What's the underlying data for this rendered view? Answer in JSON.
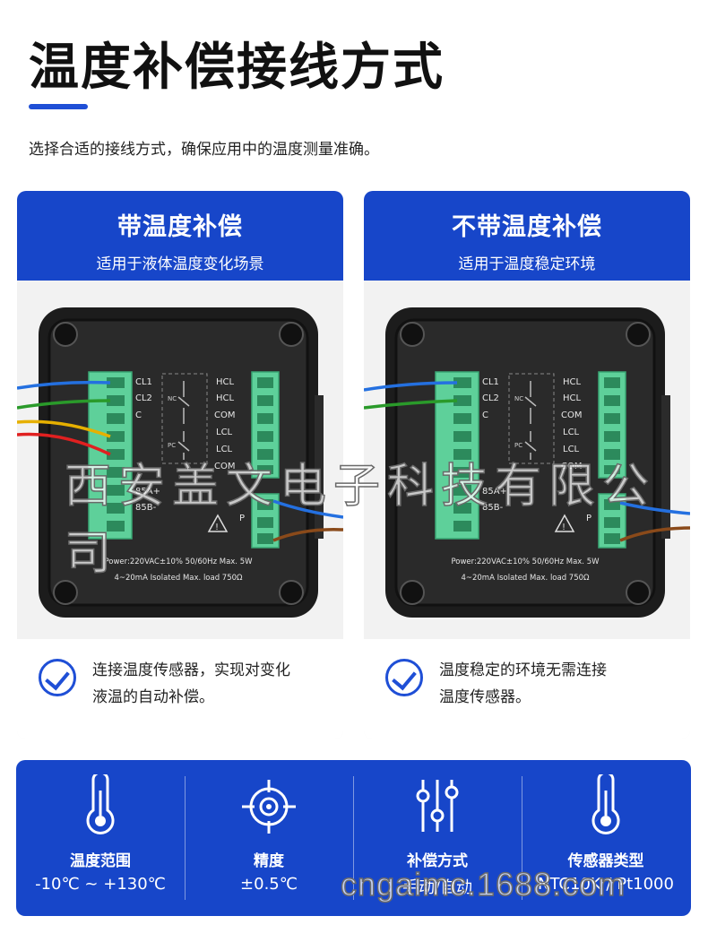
{
  "header": {
    "title": "温度补偿接线方式",
    "subtitle": "选择合适的接线方式，确保应用中的温度测量准确。"
  },
  "cards": [
    {
      "heading": "带温度补偿",
      "subheading": "适用于液体温度变化场景",
      "note_line1": "连接温度传感器，实现对变化",
      "note_line2": "液温的自动补偿。"
    },
    {
      "heading": "不带温度补偿",
      "subheading": "适用于温度稳定环境",
      "note_line1": "温度稳定的环境无需连接",
      "note_line2": "温度传感器。"
    }
  ],
  "device": {
    "left_labels": [
      "CL1",
      "CL2",
      "C"
    ],
    "right_labels": [
      "HCL",
      "HCL",
      "COM",
      "LCL",
      "LCL",
      "COM"
    ],
    "relay_nc": "NC",
    "relay_pc": "PC",
    "port_a": "85A+",
    "port_b": "85B-",
    "power_line1": "Power:220VAC±10% 50/60Hz  Max. 5W",
    "power_line2": "4~20mA Isolated Max. load 750Ω",
    "warning_mark": "!",
    "p_label": "P"
  },
  "specs": [
    {
      "label": "温度范围",
      "value": "-10℃ ~ +130℃",
      "icon": "thermometer-icon"
    },
    {
      "label": "精度",
      "value": "±0.5℃",
      "icon": "target-icon"
    },
    {
      "label": "补偿方式",
      "value": "手动/自动",
      "icon": "sliders-icon"
    },
    {
      "label": "传感器类型",
      "value": "NTC10K / Pt1000",
      "icon": "thermometer-icon"
    }
  ],
  "watermarks": {
    "company": "西安盖文电子科技有限公司",
    "site": "cngaimc.1688.com"
  },
  "colors": {
    "brand_blue": "#1746c9",
    "terminal_green": "#5ed09a",
    "device_black": "#1c1c1c"
  }
}
